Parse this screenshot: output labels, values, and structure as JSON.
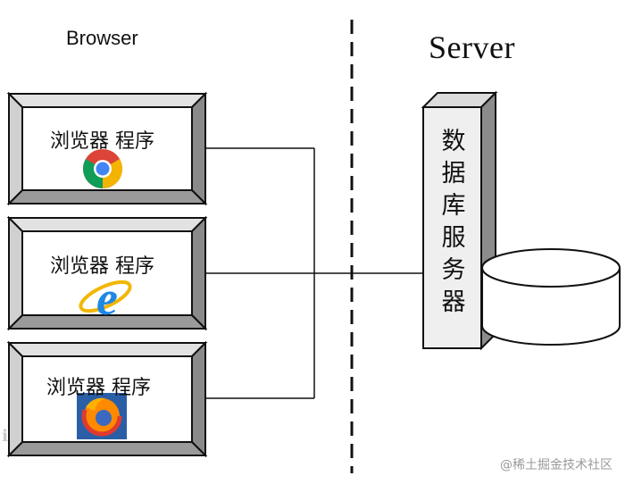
{
  "browser_column": {
    "heading": "Browser",
    "clients": [
      {
        "label": "浏览器 程序",
        "icon": "chrome-icon"
      },
      {
        "label": "浏览器 程序",
        "icon": "internet-explorer-icon"
      },
      {
        "label": "浏览器 程序",
        "icon": "firefox-icon"
      }
    ]
  },
  "server_column": {
    "heading": "Server",
    "database_server_chars": [
      "数",
      "据",
      "库",
      "服",
      "务",
      "器"
    ],
    "database_icon": "database-cylinder-icon"
  },
  "watermarks": {
    "left": "ℹ",
    "right": "@稀土掘金技术社区"
  }
}
